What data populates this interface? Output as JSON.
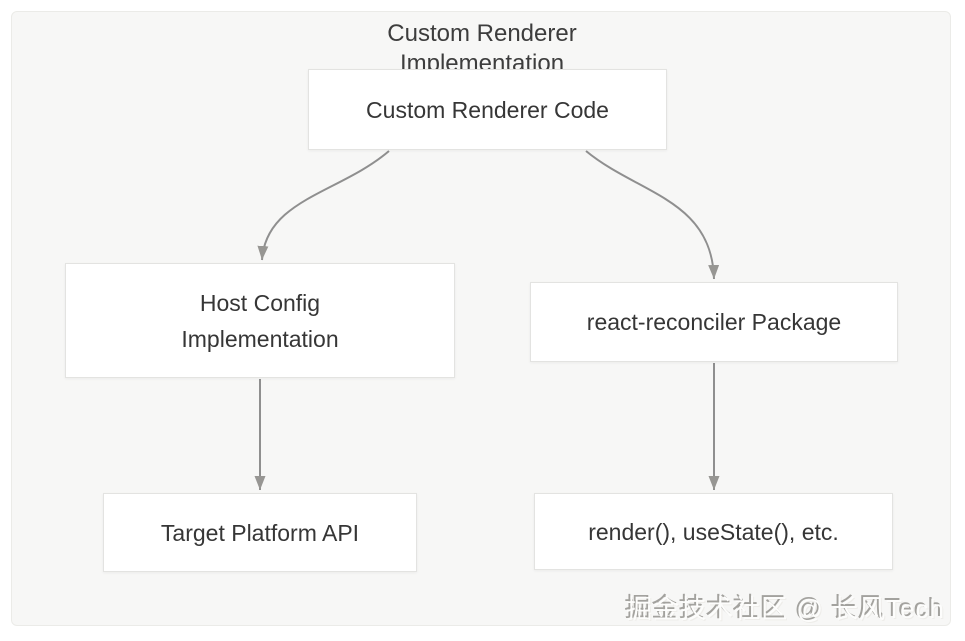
{
  "diagram": {
    "title": "Custom Renderer Implementation",
    "nodes": {
      "custom_renderer_code": {
        "label": "Custom Renderer Code"
      },
      "host_config": {
        "label": "Host Config Implementation"
      },
      "react_reconciler": {
        "label": "react-reconciler Package"
      },
      "target_platform_api": {
        "label": "Target Platform API"
      },
      "reconciler_api_examples": {
        "label": "render(), useState(), etc."
      }
    },
    "edges": [
      {
        "from": "custom_renderer_code",
        "to": "host_config"
      },
      {
        "from": "custom_renderer_code",
        "to": "react_reconciler"
      },
      {
        "from": "host_config",
        "to": "target_platform_api"
      },
      {
        "from": "react_reconciler",
        "to": "reconciler_api_examples"
      }
    ],
    "colors": {
      "canvas_background": "#f7f7f6",
      "node_background": "#ffffff",
      "node_border": "#e3e3e1",
      "node_text": "#363636",
      "arrow": "#8f8f8f"
    }
  },
  "watermark": {
    "text": "掘金技术社区 @ 长风Tech"
  }
}
